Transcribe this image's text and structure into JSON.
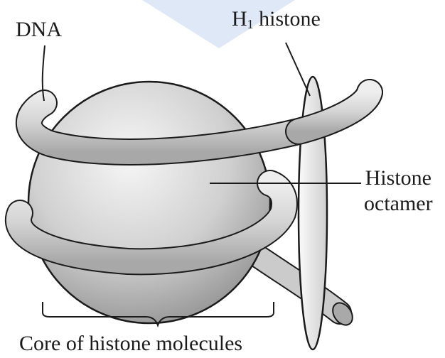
{
  "labels": {
    "dna": "DNA",
    "h1_letter": "H",
    "h1_subscript": "1",
    "h1_rest": " histone",
    "octamer_line1": "Histone",
    "octamer_line2": "octamer",
    "core": "Core of histone molecules"
  },
  "colors": {
    "ink": "#1b1b1b",
    "watermark": "#dfe8f6",
    "sphere_light": "#f2f2f2",
    "sphere_dark": "#8f8f8f",
    "dna_fill": "#d6d6d6",
    "h1_fill": "#ececec"
  }
}
